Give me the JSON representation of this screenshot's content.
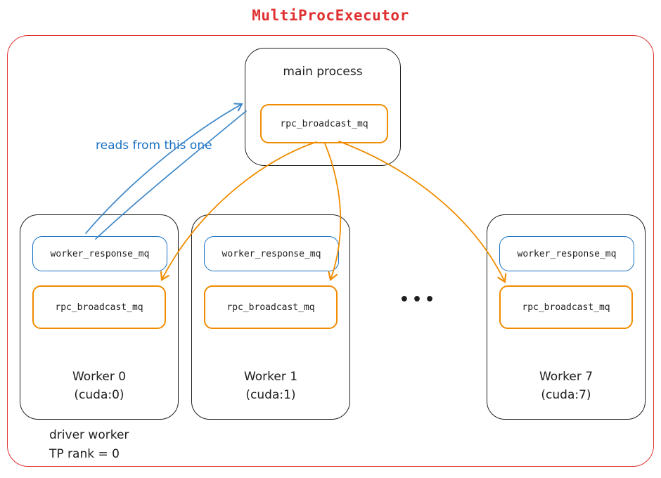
{
  "title": "MultiProcExecutor",
  "main_process": {
    "label": "main process",
    "queue_label": "rpc_broadcast_mq"
  },
  "annotation": "reads from this one",
  "ellipsis": "•••",
  "workers": [
    {
      "name": "Worker 0",
      "device": "(cuda:0)",
      "response_queue": "worker_response_mq",
      "broadcast_queue": "rpc_broadcast_mq"
    },
    {
      "name": "Worker 1",
      "device": "(cuda:1)",
      "response_queue": "worker_response_mq",
      "broadcast_queue": "rpc_broadcast_mq"
    },
    {
      "name": "Worker 7",
      "device": "(cuda:7)",
      "response_queue": "worker_response_mq",
      "broadcast_queue": "rpc_broadcast_mq"
    }
  ],
  "footnote": {
    "line1": "driver worker",
    "line2": "TP rank = 0"
  },
  "colors": {
    "red": "#e03131",
    "orange": "#f08c00",
    "blue": "#1971c2",
    "arrow_blue": "#3b87c9",
    "ink": "#1e1e1e"
  }
}
